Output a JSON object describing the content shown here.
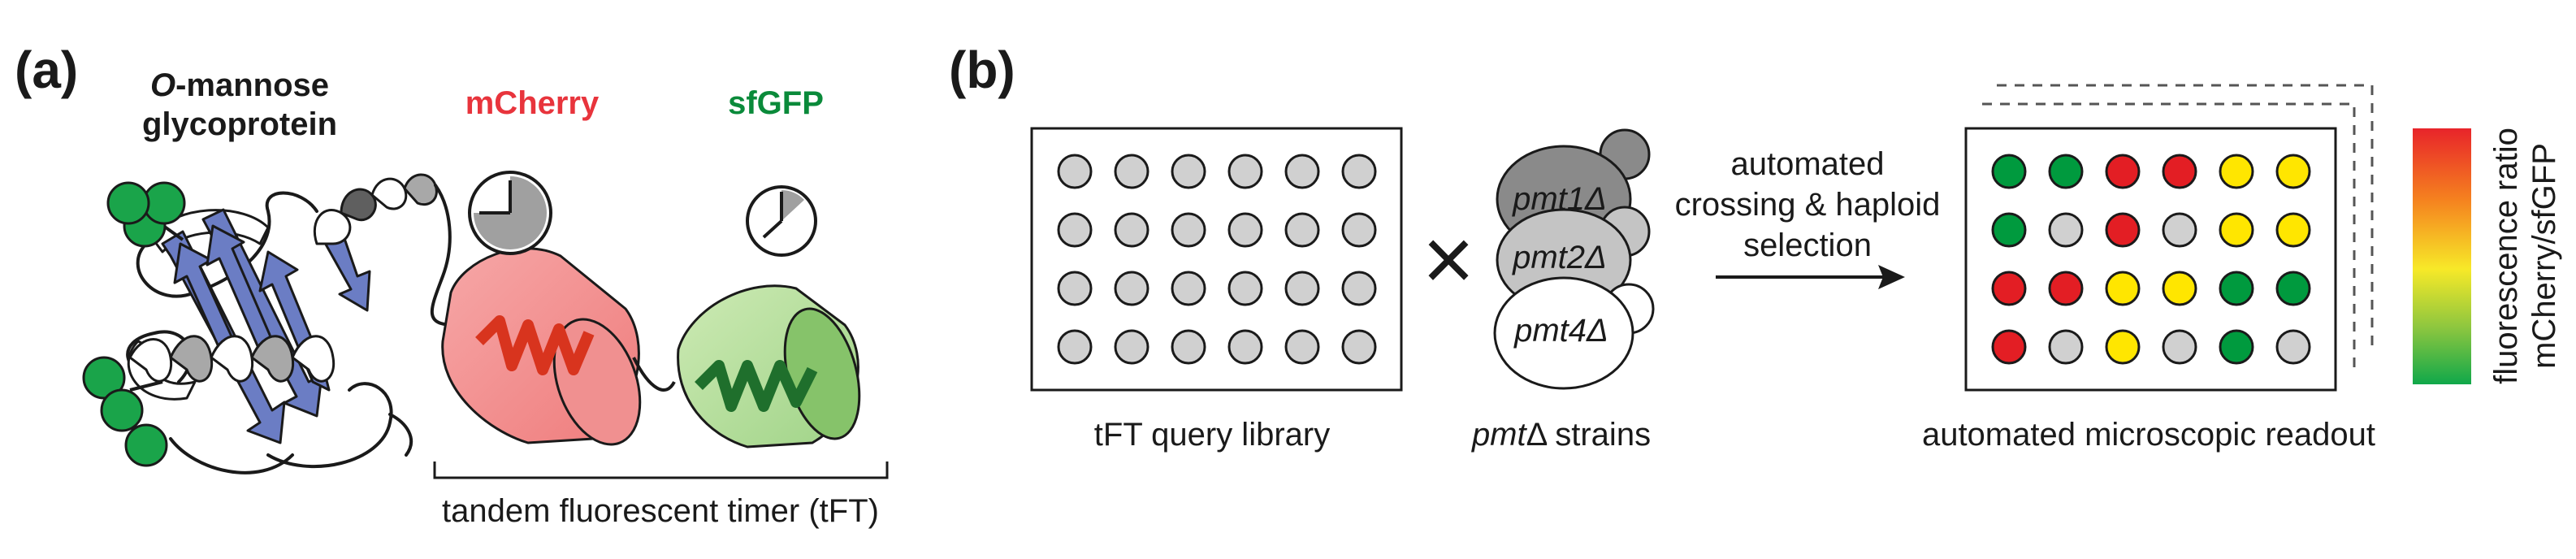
{
  "panel_a": {
    "label": "(a)",
    "glyco_line1_prefix": "O",
    "glyco_line1_suffix": "-mannose",
    "glyco_line2": "glycoprotein",
    "mcherry": "mCherry",
    "sfgfp": "sfGFP",
    "timer_caption": "tandem fluorescent timer (tFT)"
  },
  "panel_b": {
    "label": "(b)",
    "library_caption": "tFT query library",
    "cross_symbol": "×",
    "strain_1": "pmt1Δ",
    "strain_2": "pmt2Δ",
    "strain_3": "pmt4Δ",
    "strains_caption_prefix": "pmt",
    "strains_caption_suffix": "Δ strains",
    "arrow_line1": "automated",
    "arrow_line2": "crossing & haploid",
    "arrow_line3": "selection",
    "readout_caption": "automated microscopic readout",
    "legend_line1": "fluorescence ratio",
    "legend_line2": "mCherry/sfGFP"
  },
  "colors": {
    "red": "#e31e24",
    "yellow": "#ffe600",
    "green": "#009a3e",
    "gray_well": "#d0d0d0",
    "beta_strand": "#6b7dc4",
    "mcherry_text": "#e8343c",
    "sfgfp_text": "#0a8a3a"
  },
  "readout_grid": [
    [
      "green",
      "green",
      "red",
      "red",
      "yellow",
      "yellow"
    ],
    [
      "green",
      "gray",
      "red",
      "gray",
      "yellow",
      "yellow"
    ],
    [
      "red",
      "red",
      "yellow",
      "yellow",
      "green",
      "green"
    ],
    [
      "red",
      "gray",
      "yellow",
      "gray",
      "green",
      "gray"
    ]
  ]
}
